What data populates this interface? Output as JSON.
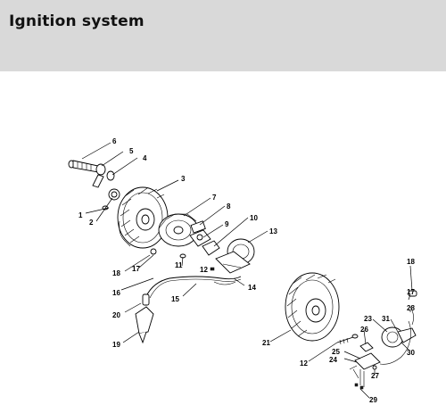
{
  "header": {
    "title": "Ignition system"
  },
  "labels": [
    "6",
    "5",
    "4",
    "3",
    "1",
    "2",
    "7",
    "8",
    "9",
    "10",
    "13",
    "18",
    "17",
    "11",
    "12",
    "14",
    "16",
    "15",
    "20",
    "19",
    "21",
    "18",
    "17",
    "28",
    "23",
    "31",
    "26",
    "25",
    "24",
    "27",
    "30",
    "12",
    "29"
  ]
}
